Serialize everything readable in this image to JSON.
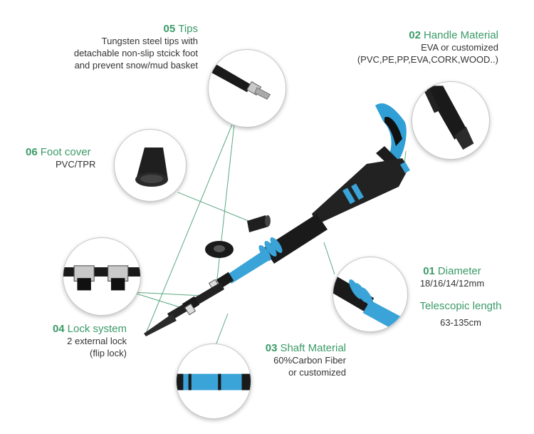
{
  "colors": {
    "accent": "#3b9a67",
    "pole_blue": "#3aa3d8",
    "handle_black": "#1a1a1a",
    "leader_line": "#5aa880"
  },
  "callouts": {
    "diameter": {
      "num": "01",
      "title": "Diameter",
      "value": "18/16/14/12mm"
    },
    "telescopic": {
      "title": "Telescopic length",
      "value": "63-135cm"
    },
    "handle": {
      "num": "02",
      "title": "Handle Material",
      "line1": "EVA or customized",
      "line2": "(PVC,PE,PP,EVA,CORK,WOOD..)"
    },
    "shaft": {
      "num": "03",
      "title": "Shaft Material",
      "line1": "60%Carbon Fiber",
      "line2": "or customized"
    },
    "lock": {
      "num": "04",
      "title": "Lock system",
      "line1": "2 external lock",
      "line2": "(flip lock)"
    },
    "tips": {
      "num": "05",
      "title": "Tips",
      "line1": "Tungsten steel tips with",
      "line2": "detachable non-slip stcick foot",
      "line3": "and prevent snow/mud basket"
    },
    "foot": {
      "num": "06",
      "title": "Foot cover",
      "line1": "PVC/TPR"
    }
  },
  "images": [
    "tungsten-tip-closeup",
    "foot-cover-closeup",
    "handle-closeup",
    "flip-lock-closeup",
    "foam-grip-closeup",
    "shaft-closeup",
    "trekking-pole"
  ]
}
